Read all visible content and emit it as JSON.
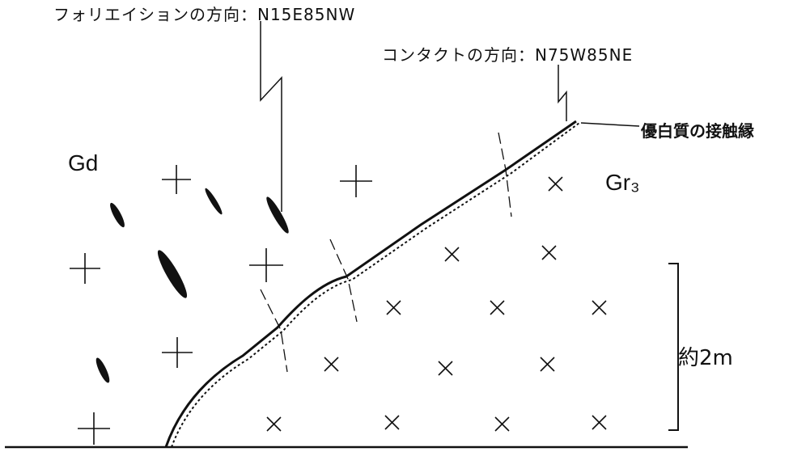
{
  "labels": {
    "foliation_orientation": "フォリエイションの方向：N15E85NW",
    "contact_orientation": "コンタクトの方向：N75W85NE",
    "leucocratic_contact_margin": "優白質の接触縁",
    "gd_unit": "Gd",
    "gr3_unit": "Gr₃",
    "scale": "約2m"
  },
  "colors": {
    "ink": "#111111",
    "background": "#ffffff"
  },
  "symbols": {
    "gd_fill": "plus-mark",
    "gr3_fill": "cross-mark",
    "foliation": "ellipse-mark"
  }
}
